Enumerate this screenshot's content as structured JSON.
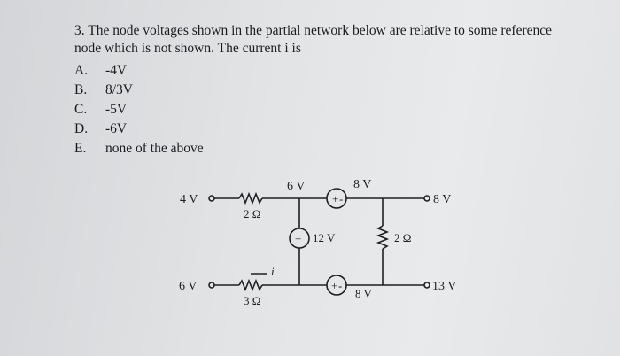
{
  "question": {
    "line1": "3. The node voltages shown in the partial network below are relative to some reference",
    "line2": "node which is not shown. The current i is"
  },
  "options": [
    {
      "letter": "A.",
      "text": "-4V"
    },
    {
      "letter": "B.",
      "text": "8/3V"
    },
    {
      "letter": "C.",
      "text": "-5V"
    },
    {
      "letter": "D.",
      "text": "-6V"
    },
    {
      "letter": "E.",
      "text": "none of the above"
    }
  ],
  "circuit": {
    "node_4v": "4 V",
    "node_6v_left": "6 V",
    "node_6v_top": "6 V",
    "node_8v_top": "8 V",
    "node_8v_right": "8 V",
    "node_8v_bottom": "8 V",
    "node_13v": "13 V",
    "resistor_top": "2 Ω",
    "resistor_right": "2 Ω",
    "resistor_bottom": "3 Ω",
    "source_middle": "12 V",
    "current_label": "i",
    "plus": "+",
    "minus": "-"
  }
}
